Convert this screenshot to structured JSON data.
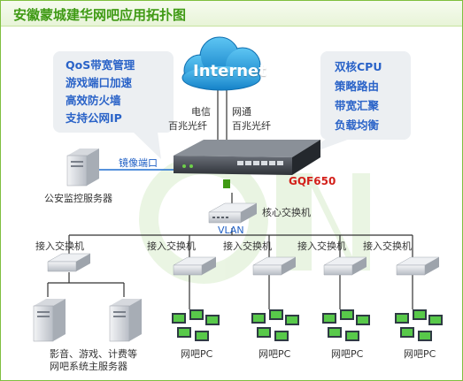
{
  "title": "安徽蒙城建华网吧应用拓扑图",
  "internet": "Internet",
  "isp_left": [
    "电信",
    "百兆光纤"
  ],
  "isp_right": [
    "网通",
    "百兆光纤"
  ],
  "features_left": [
    "QoS带宽管理",
    "游戏端口加速",
    "高效防火墙",
    "支持公网IP"
  ],
  "features_right": [
    "双核CPU",
    "策略路由",
    "带宽汇聚",
    "负载均衡"
  ],
  "mirror_port": "镜像端口",
  "police_server": "公安监控服务器",
  "router_model": "GQF650",
  "core_switch": "核心交换机",
  "vlan": "VLAN",
  "access_switch": "接入交换机",
  "servers_caption": [
    "影音、游戏、计费等",
    "网吧系统主服务器"
  ],
  "pc_label": "网吧PC",
  "watermark": "QNO",
  "colors": {
    "title": "#3f9a14",
    "accent_blue": "#2a63c8",
    "model_red": "#d3201a",
    "border_green": "#7fbf3f"
  }
}
